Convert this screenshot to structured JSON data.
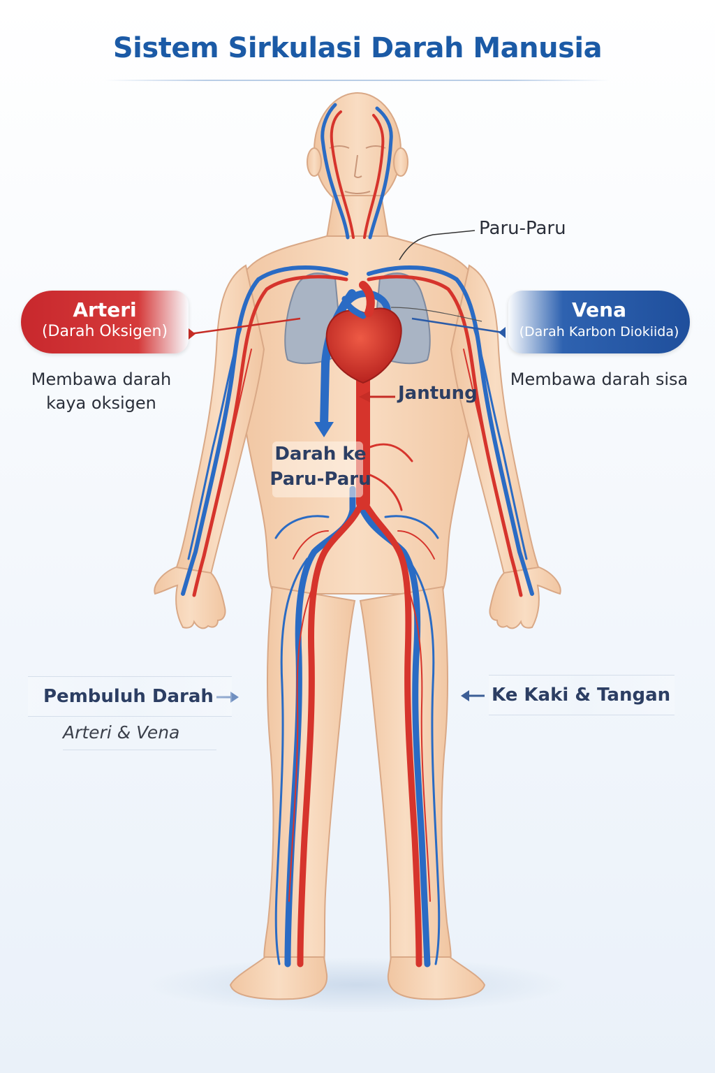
{
  "title": "Sistem Sirkulasi Darah Manusia",
  "labels": {
    "arteri_title": "Arteri",
    "arteri_sub": "(Darah Oksigen)",
    "arteri_desc_line1": "Membawa darah",
    "arteri_desc_line2": "kaya oksigen",
    "vena_title": "Vena",
    "vena_sub": "(Darah Karbon Diokiida)",
    "vena_desc": "Membawa darah sisa",
    "paru_paru": "Paru-Paru",
    "jantung": "Jantung",
    "darah_ke_line1": "Darah ke",
    "darah_ke_line2": "Paru-Paru",
    "pembuluh_darah": "Pembuluh Darah",
    "pembuluh_sub": "Arteri & Vena",
    "ke_kaki": "Ke Kaki & Tangan"
  },
  "colors": {
    "artery": "#d6342c",
    "vein": "#2a6bc4",
    "skin": "#f6d3b4",
    "title": "#1b5aa6",
    "lungs": "#a9b4c4"
  }
}
